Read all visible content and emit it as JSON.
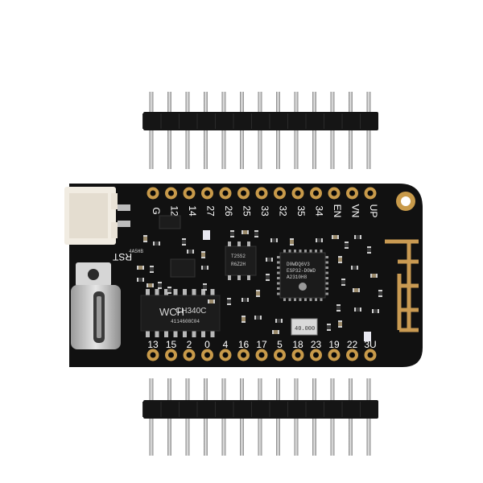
{
  "board": {
    "top_pin_labels": [
      "G",
      "12",
      "14",
      "27",
      "26",
      "25",
      "33",
      "32",
      "35",
      "34",
      "EN",
      "VN",
      "UP"
    ],
    "bottom_pin_labels": [
      "13",
      "15",
      "2",
      "0",
      "4",
      "16",
      "17",
      "5",
      "18",
      "23",
      "19",
      "22",
      "3U"
    ],
    "rst_label": "RST",
    "usb_chip_brand": "WCH",
    "usb_chip_model": "CH340C",
    "usb_chip_code": "4114608C04",
    "ldo_label": "T2SS2",
    "ldo_code": "R6Z2H",
    "wifi_chip_lines": [
      "D0WDQ6V3",
      "ESP32-D0WD",
      "A2310H8"
    ],
    "crystal_label": "40.000",
    "small_chip_label": "4A5HB",
    "colors": {
      "pcb": "#111111",
      "pad_gold": "#c89a4a",
      "header_plastic": "#161616",
      "pin_metal": "#b8b8b8",
      "connector": "#f1ece2",
      "antenna": "#c99a52"
    }
  }
}
